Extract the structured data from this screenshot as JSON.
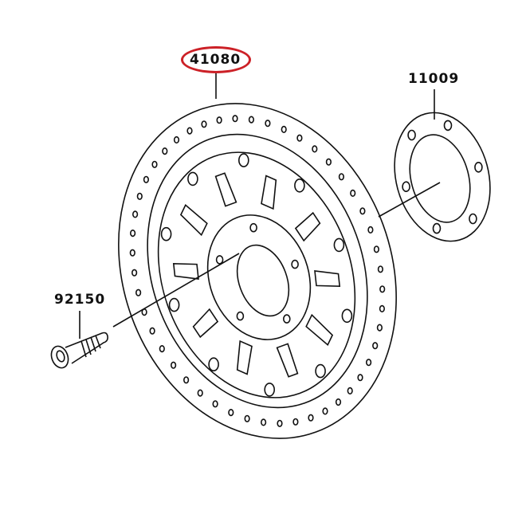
{
  "parts": {
    "disc": {
      "number": "41080",
      "highlighted": true
    },
    "gasket": {
      "number": "11009"
    },
    "bolt": {
      "number": "92150"
    }
  },
  "colors": {
    "highlight": "#cc2127",
    "line": "#111111"
  }
}
